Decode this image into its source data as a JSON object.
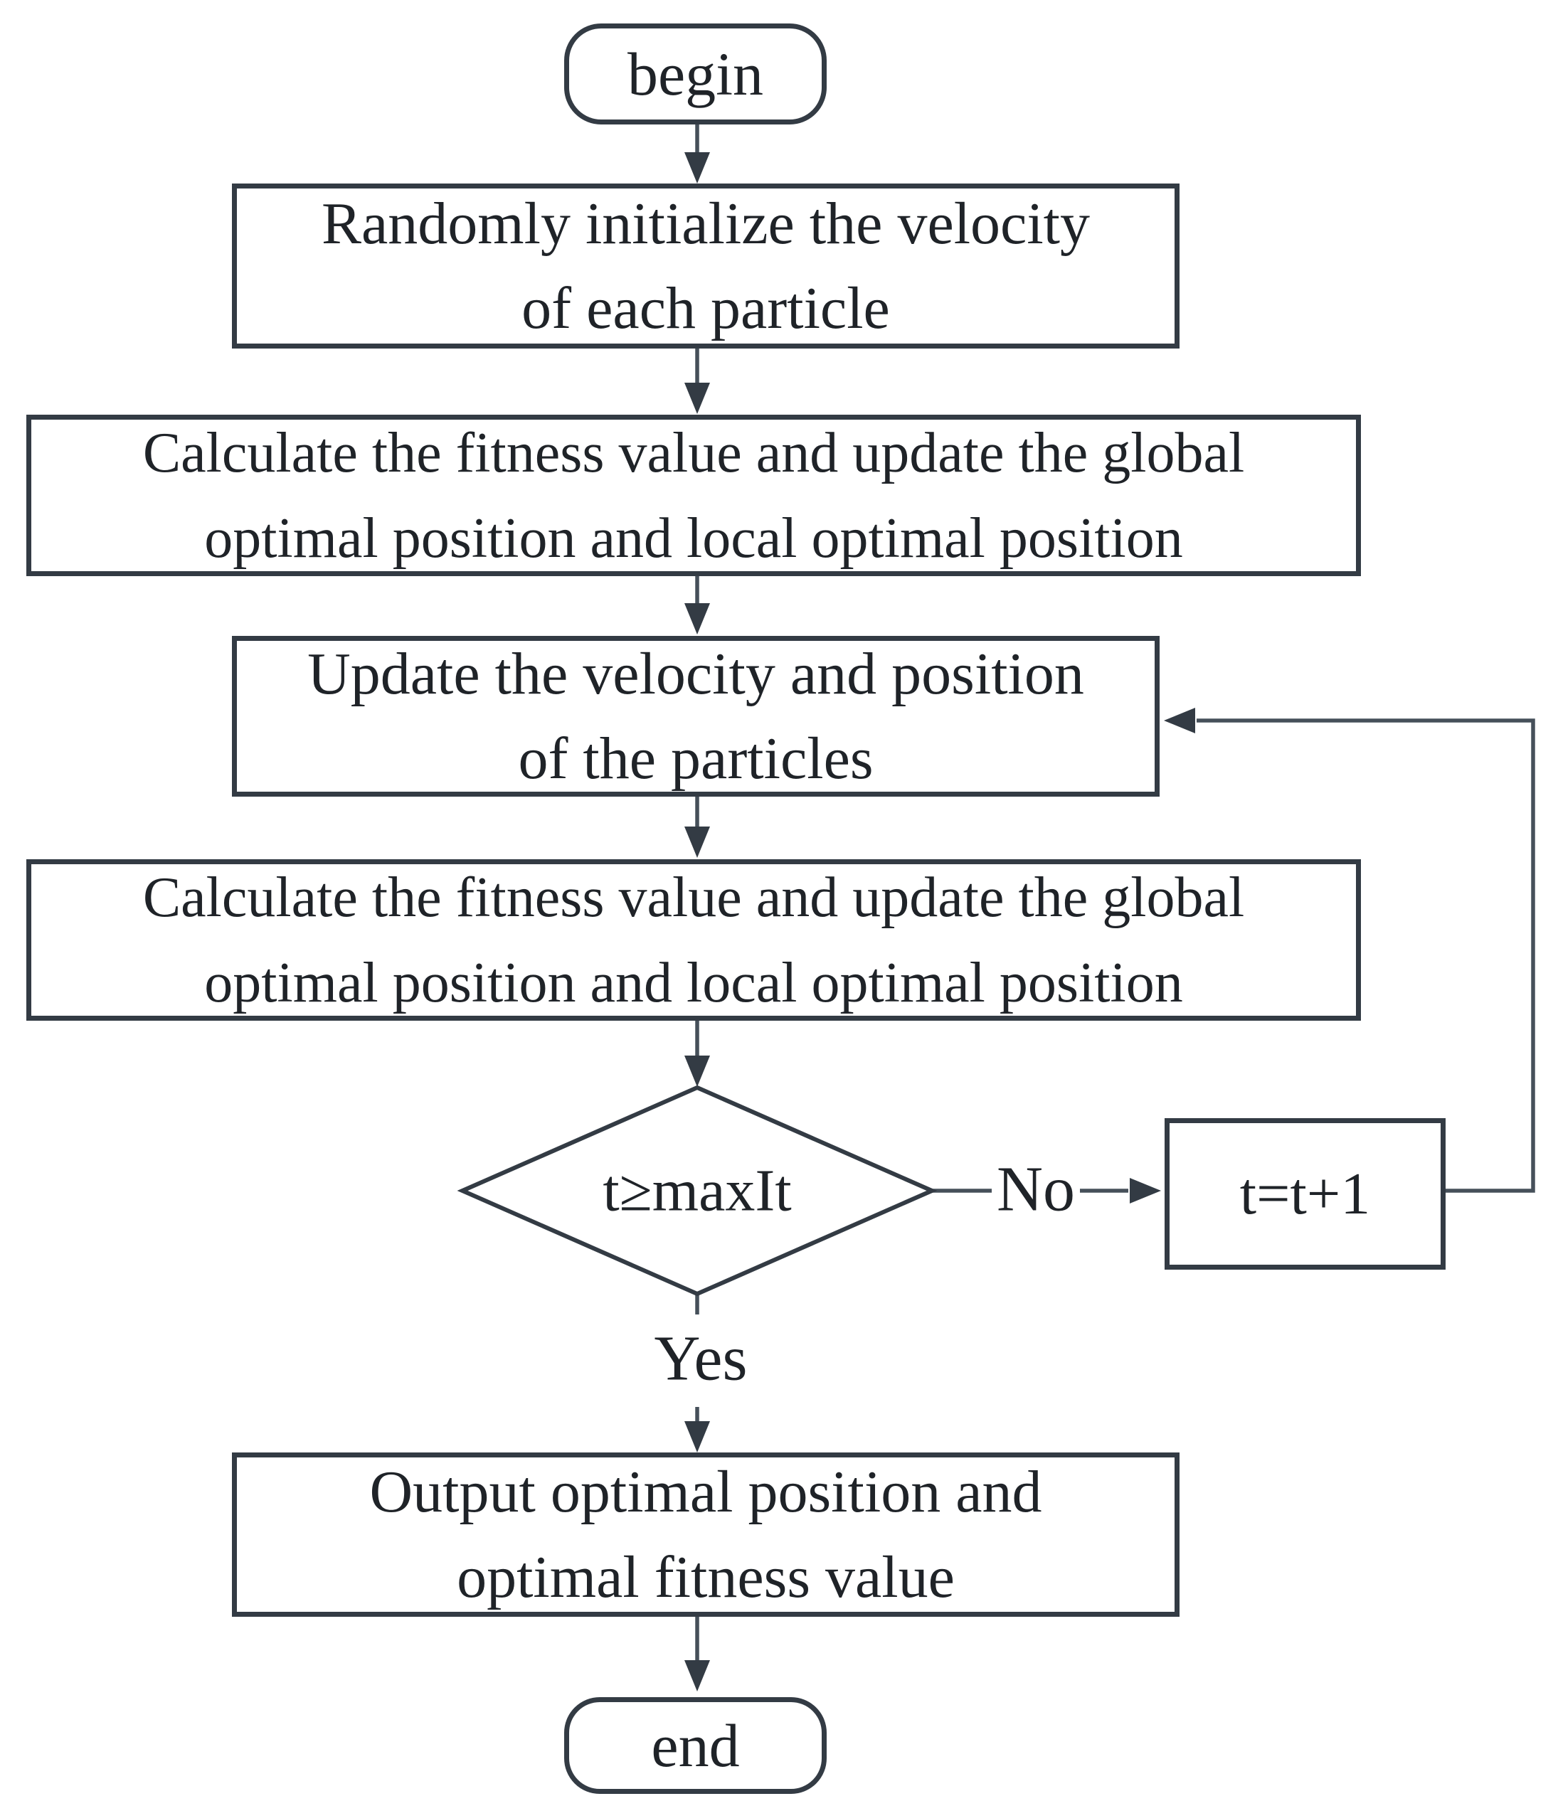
{
  "flowchart": {
    "nodes": {
      "begin": {
        "label": "begin"
      },
      "init": {
        "line1": "Randomly initialize the velocity",
        "line2": "of each particle"
      },
      "fitness1": {
        "line1": "Calculate the fitness value and update the global",
        "line2": "optimal position and local optimal position"
      },
      "update": {
        "line1": "Update the velocity and position",
        "line2": "of the particles"
      },
      "fitness2": {
        "line1": "Calculate the fitness value and update the global",
        "line2": "optimal position and local optimal position"
      },
      "decision": {
        "label": "t≥maxIt"
      },
      "increment": {
        "label": "t=t+1"
      },
      "output": {
        "line1": "Output optimal position and",
        "line2": "optimal fitness value"
      },
      "end": {
        "label": "end"
      }
    },
    "edges": {
      "yes_label": "Yes",
      "no_label": "No"
    },
    "colors": {
      "stroke": "#333b44",
      "connector": "#46505a",
      "text": "#1f2328",
      "background": "#ffffff"
    }
  }
}
